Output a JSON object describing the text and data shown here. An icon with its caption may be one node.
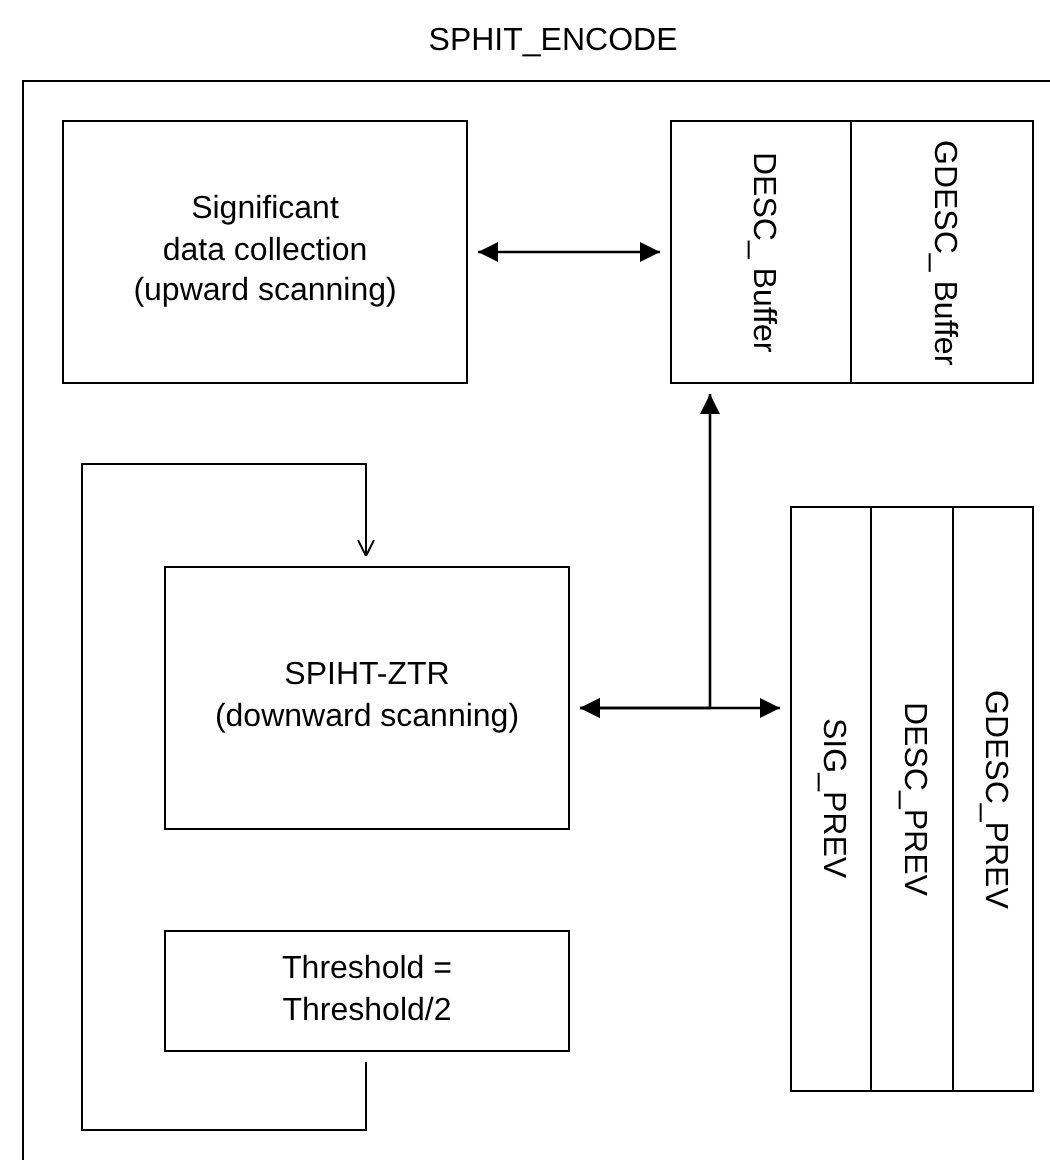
{
  "diagram": {
    "nodes": [
      {
        "text": [
          "SPHIT_ENCODE"
        ]
      },
      {
        "text": [
          "Significant data collection (upward scanning)"
        ],
        "in": 0
      },
      {
        "text": [
          "DESC_ Buffer"
        ],
        "in": 0
      },
      {
        "text": [
          "GDESC_ Buffer"
        ],
        "in": 0
      },
      {
        "text": [
          "SPIHT-ZTR (downward scanning)"
        ],
        "in": 0
      },
      {
        "text": [
          "SIG_PREV"
        ],
        "in": 0
      },
      {
        "text": [
          "DESC_PREV"
        ],
        "in": 0
      },
      {
        "text": [
          "GDESC_PREV"
        ],
        "in": 0
      },
      {
        "text": [
          "Threshold = Threshold/2"
        ],
        "in": 0
      }
    ],
    "edges": [
      {
        "from": 1,
        "to": 2,
        "arrow": "both"
      },
      {
        "from": 4,
        "to": 2,
        "arrow": "both"
      },
      {
        "from": 4,
        "to": 5,
        "arrow": "both"
      },
      {
        "from": 8,
        "to": 4,
        "arrow": "to"
      }
    ]
  }
}
